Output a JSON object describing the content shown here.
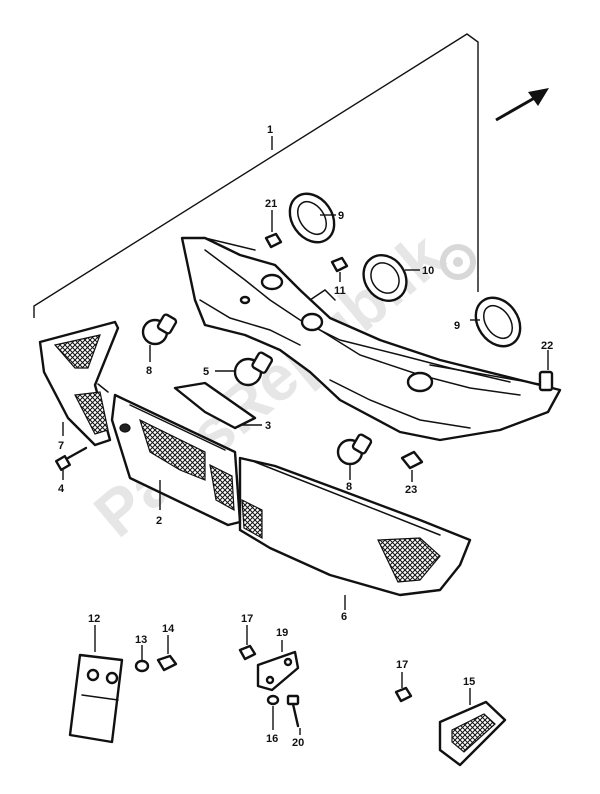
{
  "watermark": {
    "text": "PartsRepublik"
  },
  "callouts": [
    "1",
    "2",
    "3",
    "4",
    "5",
    "6",
    "7",
    "8",
    "8",
    "9",
    "9",
    "10",
    "11",
    "12",
    "13",
    "14",
    "15",
    "16",
    "17",
    "17",
    "19",
    "20",
    "21",
    "22",
    "23"
  ],
  "icons": {
    "direction": "arrow-up-right-icon",
    "watermark_gear": "gear-icon"
  }
}
